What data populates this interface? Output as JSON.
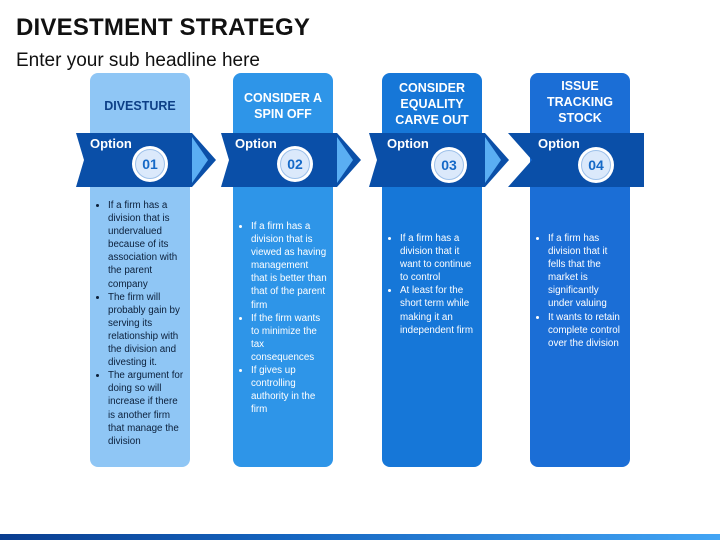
{
  "title": "DIVESTMENT STRATEGY",
  "subtitle": "Enter your sub headline here",
  "colors": {
    "col1": "#8fc6f5",
    "col2": "#2e95e8",
    "col3": "#1677d8",
    "col4": "#1b6ed6",
    "band": "#0a4fa8"
  },
  "options": [
    {
      "heading": "DIVESTURE",
      "option_label": "Option",
      "number": "01",
      "bullets": [
        "If a firm has a division that is undervalued because of its association with the parent company",
        "The firm will probably gain by serving its relationship with the division and divesting it.",
        "The argument for doing so will increase if there is another firm that manage the division"
      ]
    },
    {
      "heading": "CONSIDER A SPIN OFF",
      "option_label": "Option",
      "number": "02",
      "bullets": [
        "If a firm has a division that is viewed as having management that is better than that of the parent firm",
        "If the firm wants to minimize the tax consequences",
        "If gives up controlling authority in the firm"
      ]
    },
    {
      "heading": "CONSIDER EQUALITY CARVE OUT",
      "option_label": "Option",
      "number": "03",
      "bullets": [
        "If a firm has a division that it want to continue to control",
        "At least for the short term while making it an independent firm"
      ]
    },
    {
      "heading": "ISSUE TRACKING STOCK",
      "option_label": "Option",
      "number": "04",
      "bullets": [
        "If a firm has division that it fells that the market is significantly under valuing",
        "It wants to retain complete control over the division"
      ]
    }
  ]
}
